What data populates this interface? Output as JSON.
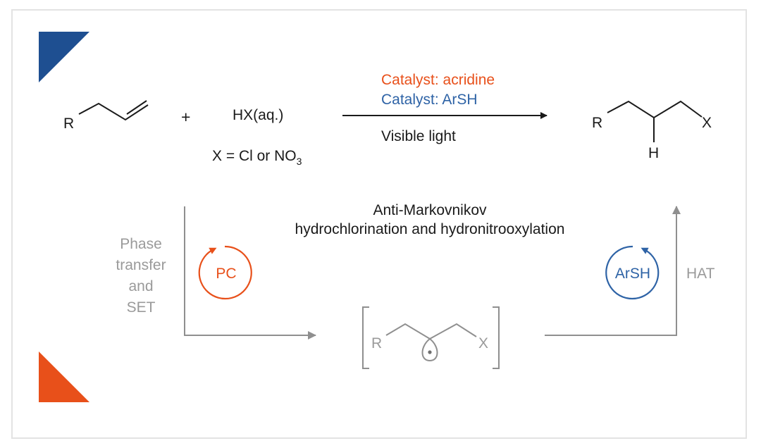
{
  "reaction": {
    "reactant_r": "R",
    "plus": "+",
    "reagent": "HX(aq.)",
    "x_condition_prefix": "X = Cl or NO",
    "x_condition_sub": "3",
    "catalyst_acridine": "Catalyst: acridine",
    "catalyst_arsh": "Catalyst: ArSH",
    "conditions": "Visible light",
    "product_r": "R",
    "product_h": "H",
    "product_x": "X"
  },
  "mechanism": {
    "title_line1": "Anti-Markovnikov",
    "title_line2": "hydrochlorination and hydronitrooxylation",
    "step1_lines": [
      "Phase",
      "transfer",
      "and",
      "SET"
    ],
    "pc_label": "PC",
    "arsh_label": "ArSH",
    "step2_label": "HAT",
    "intermediate_r": "R",
    "intermediate_x": "X"
  },
  "colors": {
    "orange": "#e8501a",
    "blue": "#2e63a6",
    "dark_blue": "#1e4f91",
    "grey": "#9a9a9a",
    "black": "#1a1a1a"
  }
}
